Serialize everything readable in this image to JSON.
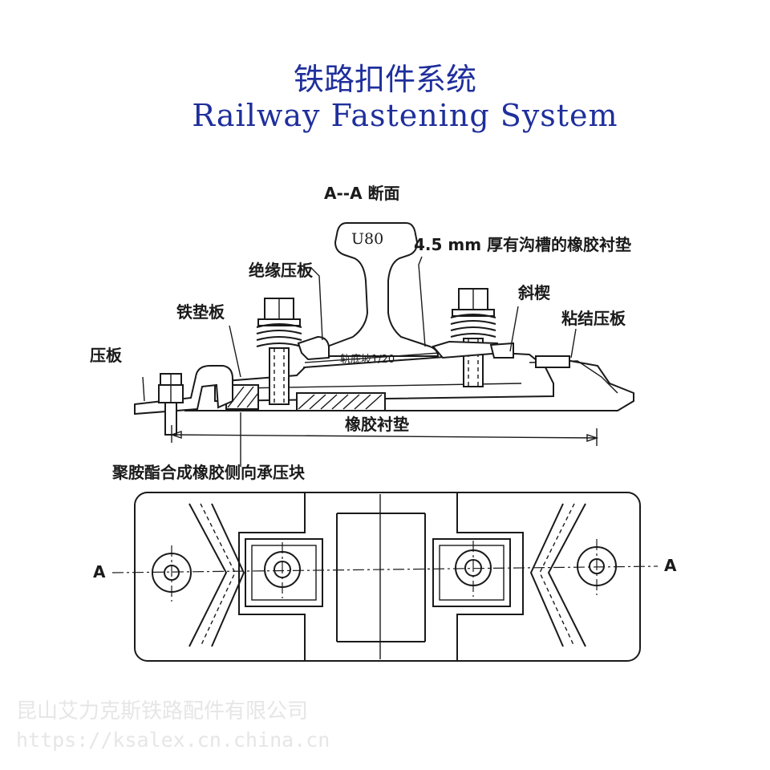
{
  "title": {
    "cn": "铁路扣件系统",
    "en": "Railway Fastening System"
  },
  "labels": {
    "section": "A--A 断面",
    "rail_type": "U80",
    "grooved_pad": "4.5 mm 厚有沟槽的橡胶衬垫",
    "insulating_clamp": "绝缘压板",
    "iron_tie_plate": "铁垫板",
    "wedge": "斜楔",
    "clamp_plate": "压板",
    "bonded_clamp": "粘结压板",
    "rail_cant": "轨底坡1/20",
    "rubber_pad": "橡胶衬垫",
    "lateral_block": "聚胺酯合成橡胶侧向承压块",
    "plan_left_a": "A",
    "plan_right_a": "A"
  },
  "watermark": {
    "company": "昆山艾力克斯铁路配件有限公司",
    "url": "https://ksalex.cn.china.cn"
  },
  "colors": {
    "title": "#1f2f9c",
    "drawing": "#1a1a1a",
    "watermark": "#e6e6e6"
  }
}
